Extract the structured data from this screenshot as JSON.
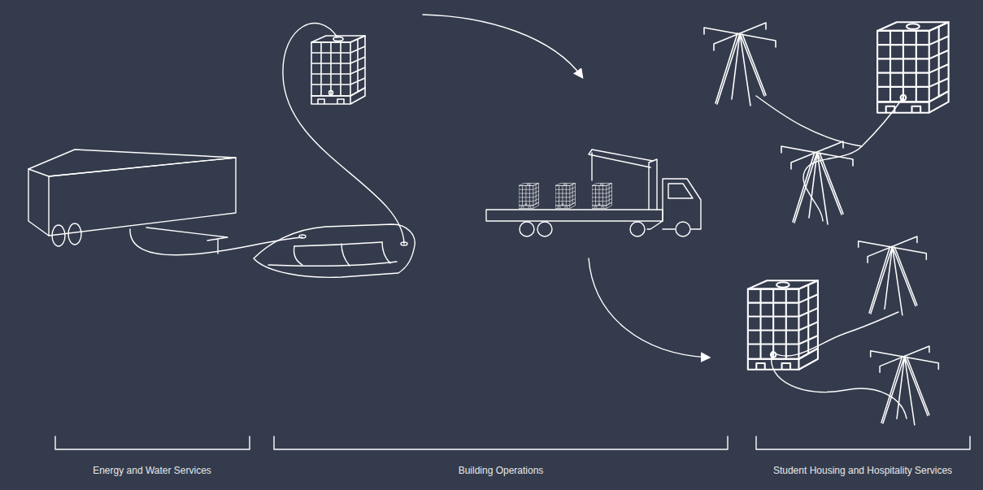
{
  "diagram": {
    "labels": [
      "Energy and Water Services",
      "Building Operations",
      "Student Housing and Hospitality Services"
    ]
  }
}
